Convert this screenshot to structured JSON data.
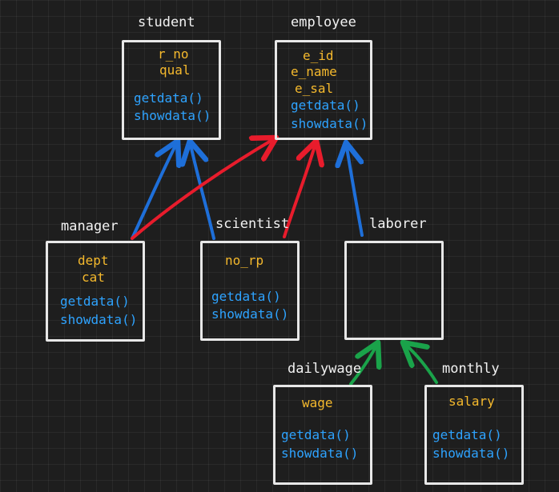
{
  "colors": {
    "background": "#1e1e1e",
    "box_border": "#e8e8e8",
    "title": "#f2f2f2",
    "attribute": "#f5b92d",
    "method": "#2ea3ff",
    "arrow_student": "#1e6fd9",
    "arrow_employee_red": "#e81c2c",
    "arrow_employee_blue": "#1e6fd9",
    "arrow_laborer": "#1aa34a"
  },
  "classes": {
    "student": {
      "name": "student",
      "attributes": [
        "r_no",
        "qual"
      ],
      "methods": [
        "getdata()",
        "showdata()"
      ]
    },
    "employee": {
      "name": "employee",
      "attributes": [
        "e_id",
        "e_name",
        "e_sal"
      ],
      "methods": [
        "getdata()",
        "showdata()"
      ]
    },
    "manager": {
      "name": "manager",
      "attributes": [
        "dept",
        "cat"
      ],
      "methods": [
        "getdata()",
        "showdata()"
      ]
    },
    "scientist": {
      "name": "scientist",
      "attributes": [
        "no_rp"
      ],
      "methods": [
        "getdata()",
        "showdata()"
      ]
    },
    "laborer": {
      "name": "laborer",
      "attributes": [],
      "methods": []
    },
    "dailywage": {
      "name": "dailywage",
      "attributes": [
        "wage"
      ],
      "methods": [
        "getdata()",
        "showdata()"
      ]
    },
    "monthly": {
      "name": "monthly",
      "attributes": [
        "salary"
      ],
      "methods": [
        "getdata()",
        "showdata()"
      ]
    }
  },
  "relations": [
    {
      "from": "manager",
      "to": "student",
      "color": "blue"
    },
    {
      "from": "scientist",
      "to": "student",
      "color": "blue"
    },
    {
      "from": "manager",
      "to": "employee",
      "color": "red"
    },
    {
      "from": "scientist",
      "to": "employee",
      "color": "red"
    },
    {
      "from": "laborer",
      "to": "employee",
      "color": "blue"
    },
    {
      "from": "dailywage",
      "to": "laborer",
      "color": "green"
    },
    {
      "from": "monthly",
      "to": "laborer",
      "color": "green"
    }
  ]
}
